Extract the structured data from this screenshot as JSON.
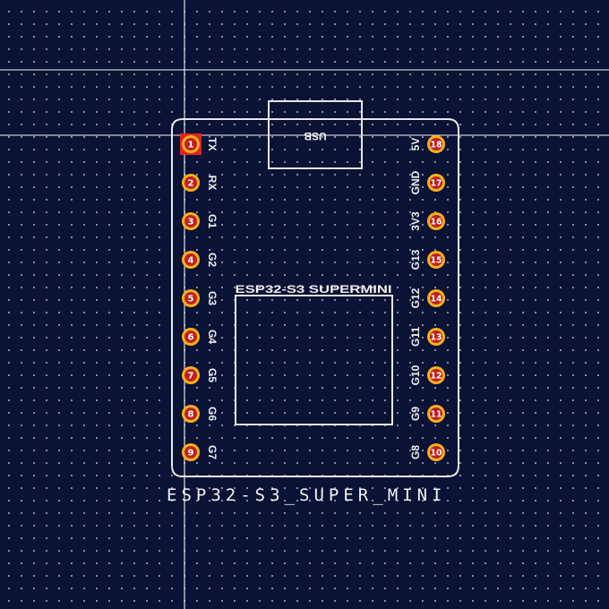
{
  "footprint": {
    "reference": "ESP32-S3_SUPER_MINI",
    "module_label": "ESP32-S3 SUPERMINI",
    "usb_label": "USB"
  },
  "colors": {
    "background": "#0a1235",
    "silkscreen": "#e8e8e8",
    "pad_ring": "#f3b21b",
    "pad_fill": "#c0201e",
    "pad1_square": "#e02424"
  },
  "pins_left": [
    {
      "num": "1",
      "label": "TX"
    },
    {
      "num": "2",
      "label": "RX"
    },
    {
      "num": "3",
      "label": "G1"
    },
    {
      "num": "4",
      "label": "G2"
    },
    {
      "num": "5",
      "label": "G3"
    },
    {
      "num": "6",
      "label": "G4"
    },
    {
      "num": "7",
      "label": "G5"
    },
    {
      "num": "8",
      "label": "G6"
    },
    {
      "num": "9",
      "label": "G7"
    }
  ],
  "pins_right": [
    {
      "num": "18",
      "label": "5V"
    },
    {
      "num": "17",
      "label": "GND"
    },
    {
      "num": "16",
      "label": "3V3"
    },
    {
      "num": "15",
      "label": "G13"
    },
    {
      "num": "14",
      "label": "G12"
    },
    {
      "num": "13",
      "label": "G11"
    },
    {
      "num": "12",
      "label": "G10"
    },
    {
      "num": "11",
      "label": "G9"
    },
    {
      "num": "10",
      "label": "G8"
    }
  ]
}
